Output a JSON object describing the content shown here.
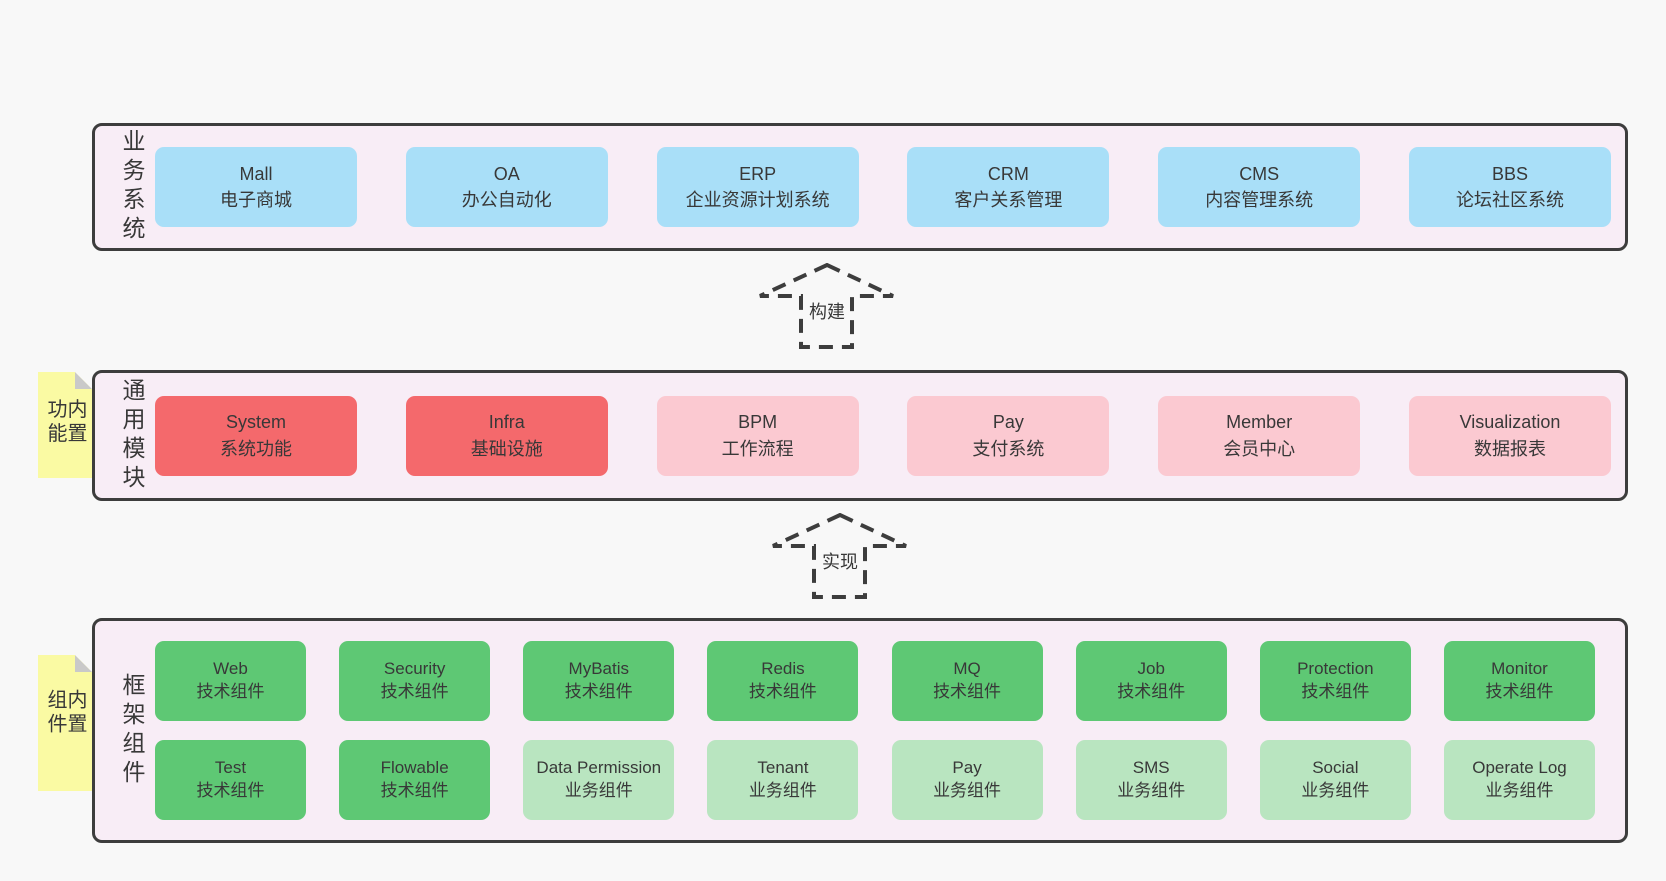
{
  "colors": {
    "page-bg": "#f8f8f8",
    "band-bg": "#f8edf6",
    "blue": "#a9dff8",
    "red": "#f4696c",
    "pink": "#fbc9d1",
    "green": "#5ec874",
    "green-light": "#b9e5c0",
    "yellow": "#fafaa3",
    "fold": "#c9c9c9",
    "text": "#383838"
  },
  "arrows": [
    {
      "label": "构建"
    },
    {
      "label": "实现"
    }
  ],
  "bands": [
    {
      "label": "业务系统",
      "boxes": [
        {
          "name": "Mall",
          "desc": "电子商城"
        },
        {
          "name": "OA",
          "desc": "办公自动化"
        },
        {
          "name": "ERP",
          "desc": "企业资源计划系统"
        },
        {
          "name": "CRM",
          "desc": "客户关系管理"
        },
        {
          "name": "CMS",
          "desc": "内容管理系统"
        },
        {
          "name": "BBS",
          "desc": "论坛社区系统"
        }
      ]
    },
    {
      "label": "通用模块",
      "note": "内置功能",
      "boxes": [
        {
          "name": "System",
          "desc": "系统功能"
        },
        {
          "name": "Infra",
          "desc": "基础设施"
        },
        {
          "name": "BPM",
          "desc": "工作流程"
        },
        {
          "name": "Pay",
          "desc": "支付系统"
        },
        {
          "name": "Member",
          "desc": "会员中心"
        },
        {
          "name": "Visualization",
          "desc": "数据报表"
        }
      ]
    },
    {
      "label": "框架组件",
      "note": "内置组件",
      "rows": [
        [
          {
            "name": "Web",
            "desc": "技术组件"
          },
          {
            "name": "Security",
            "desc": "技术组件"
          },
          {
            "name": "MyBatis",
            "desc": "技术组件"
          },
          {
            "name": "Redis",
            "desc": "技术组件"
          },
          {
            "name": "MQ",
            "desc": "技术组件"
          },
          {
            "name": "Job",
            "desc": "技术组件"
          },
          {
            "name": "Protection",
            "desc": "技术组件"
          },
          {
            "name": "Monitor",
            "desc": "技术组件"
          }
        ],
        [
          {
            "name": "Test",
            "desc": "技术组件"
          },
          {
            "name": "Flowable",
            "desc": "技术组件"
          },
          {
            "name": "Data Permission",
            "desc": "业务组件"
          },
          {
            "name": "Tenant",
            "desc": "业务组件"
          },
          {
            "name": "Pay",
            "desc": "业务组件"
          },
          {
            "name": "SMS",
            "desc": "业务组件"
          },
          {
            "name": "Social",
            "desc": "业务组件"
          },
          {
            "name": "Operate Log",
            "desc": "业务组件"
          }
        ]
      ]
    }
  ]
}
